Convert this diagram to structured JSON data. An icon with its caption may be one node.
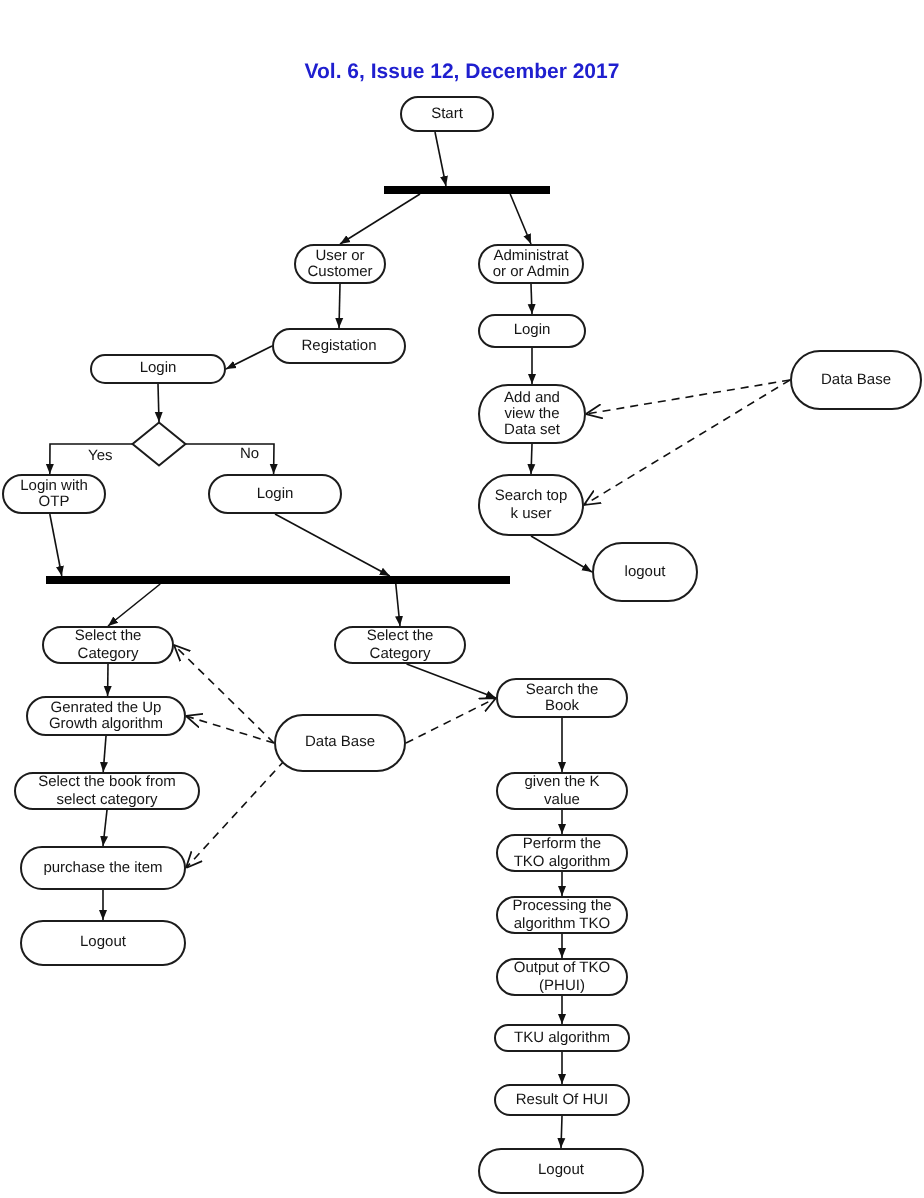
{
  "diagram": {
    "nodes": [
      {
        "text": [
          "Start"
        ]
      },
      {
        "text": [],
        "shape": "bar"
      },
      {
        "text": [
          "User or Customer"
        ]
      },
      {
        "text": [
          "Administrat or or Admin"
        ]
      },
      {
        "text": [
          "Registation"
        ]
      },
      {
        "text": [
          "Login"
        ]
      },
      {
        "text": [],
        "shape": "diamond"
      },
      {
        "text": [
          "Login with OTP"
        ]
      },
      {
        "text": [
          "Login"
        ]
      },
      {
        "text": [
          "Login"
        ]
      },
      {
        "text": [
          "Add and view the Data set"
        ]
      },
      {
        "text": [
          "Data Base"
        ]
      },
      {
        "text": [
          "Search top k user"
        ]
      },
      {
        "text": [
          "logout"
        ]
      },
      {
        "text": [],
        "shape": "bar"
      },
      {
        "text": [
          "Select the Category"
        ]
      },
      {
        "text": [
          "Select the Category"
        ]
      },
      {
        "text": [
          "Genrated the Up Growth algorithm"
        ]
      },
      {
        "text": [
          "Data Base"
        ]
      },
      {
        "text": [
          "Search the Book"
        ]
      },
      {
        "text": [
          "Select the book from select category"
        ]
      },
      {
        "text": [
          "given the K value"
        ]
      },
      {
        "text": [
          "Perform the TKO algorithm"
        ]
      },
      {
        "text": [
          "purchase the item"
        ]
      },
      {
        "text": [
          "Processing the algorithm TKO"
        ]
      },
      {
        "text": [
          "Logout"
        ]
      },
      {
        "text": [
          "Output of TKO (PHUI)"
        ]
      },
      {
        "text": [
          "TKU algorithm"
        ]
      },
      {
        "text": [
          "Result Of HUI"
        ]
      },
      {
        "text": [
          "Logout"
        ]
      }
    ],
    "edges": [
      {
        "from": 0,
        "to": 1,
        "arrow": "to"
      },
      {
        "from": 1,
        "to": 2,
        "arrow": "to"
      },
      {
        "from": 1,
        "to": 3,
        "arrow": "to"
      },
      {
        "from": 2,
        "to": 4,
        "arrow": "to"
      },
      {
        "from": 4,
        "to": 5,
        "arrow": "to"
      },
      {
        "from": 5,
        "to": 6,
        "arrow": "to"
      },
      {
        "from": 6,
        "to": 7,
        "arrow": "to",
        "label": "Yes"
      },
      {
        "from": 6,
        "to": 8,
        "arrow": "to",
        "label": "No"
      },
      {
        "from": 7,
        "to": 14,
        "arrow": "to"
      },
      {
        "from": 8,
        "to": 14,
        "arrow": "to"
      },
      {
        "from": 14,
        "to": 15,
        "arrow": "to"
      },
      {
        "from": 14,
        "to": 16,
        "arrow": "to"
      },
      {
        "from": 3,
        "to": 9,
        "arrow": "to"
      },
      {
        "from": 9,
        "to": 10,
        "arrow": "to"
      },
      {
        "from": 10,
        "to": 12,
        "arrow": "to"
      },
      {
        "from": 12,
        "to": 13,
        "arrow": "to"
      },
      {
        "from": 11,
        "to": 10,
        "arrow": "to",
        "style": "dashed"
      },
      {
        "from": 11,
        "to": 12,
        "arrow": "to",
        "style": "dashed"
      },
      {
        "from": 15,
        "to": 17,
        "arrow": "to"
      },
      {
        "from": 17,
        "to": 20,
        "arrow": "to"
      },
      {
        "from": 20,
        "to": 23,
        "arrow": "to"
      },
      {
        "from": 23,
        "to": 25,
        "arrow": "to"
      },
      {
        "from": 18,
        "to": 15,
        "arrow": "to",
        "style": "dashed"
      },
      {
        "from": 18,
        "to": 17,
        "arrow": "to",
        "style": "dashed"
      },
      {
        "from": 18,
        "to": 23,
        "arrow": "to",
        "style": "dashed"
      },
      {
        "from": 18,
        "to": 19,
        "arrow": "to",
        "style": "dashed"
      },
      {
        "from": 16,
        "to": 19,
        "arrow": "to"
      },
      {
        "from": 19,
        "to": 21,
        "arrow": "to"
      },
      {
        "from": 21,
        "to": 22,
        "arrow": "to"
      },
      {
        "from": 22,
        "to": 24,
        "arrow": "to"
      },
      {
        "from": 24,
        "to": 26,
        "arrow": "to"
      },
      {
        "from": 26,
        "to": 27,
        "arrow": "to"
      },
      {
        "from": 27,
        "to": 28,
        "arrow": "to"
      },
      {
        "from": 28,
        "to": 29,
        "arrow": "to"
      }
    ],
    "labels": [
      "Vol. 6, Issue 12, December 2017"
    ]
  }
}
